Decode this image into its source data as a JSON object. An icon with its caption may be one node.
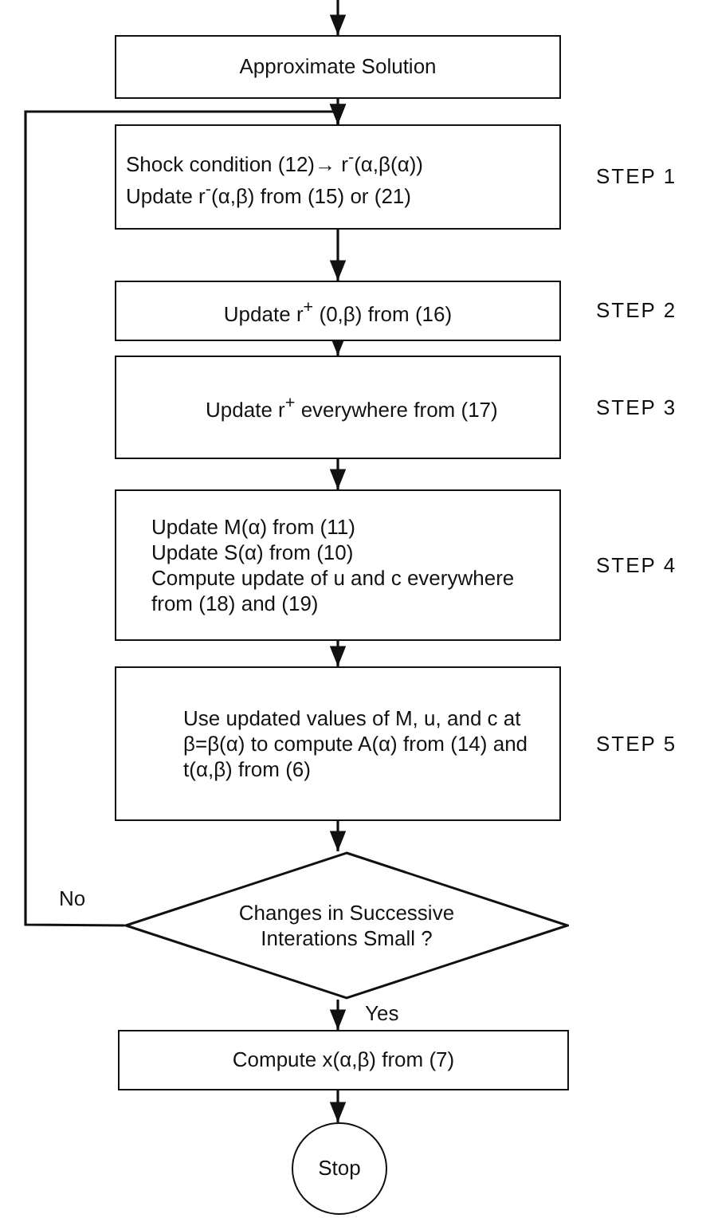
{
  "diagram": {
    "nodes": [
      {
        "text": [
          "Approximate Solution"
        ]
      },
      {
        "text": [
          "Shock condition (12)→ r$^{-}$(α,β(α))",
          "Update r$^{-}$(α,β) from (15) or (21)"
        ],
        "beside": [
          "STEP 1"
        ]
      },
      {
        "text": [
          "Update r$^{+}$ (0,β) from (16)"
        ],
        "beside": [
          "STEP 2"
        ]
      },
      {
        "text": [
          "Update r$^{+}$ everywhere from (17)"
        ],
        "beside": [
          "STEP 3"
        ]
      },
      {
        "text": [
          "Update M(α) from (11)",
          "Update S(α) from (10)",
          "Compute update of u and c everywhere from (18) and (19)"
        ],
        "beside": [
          "STEP 4"
        ]
      },
      {
        "text": [
          "Use updated values of M, u, and c at β=β(α) to compute A(α) from (14) and t(α,β) from (6)"
        ],
        "beside": [
          "STEP 5"
        ]
      },
      {
        "text": [
          "Changes in Successive Interations Small ?"
        ]
      },
      {
        "text": [
          "Compute x(α,β) from (7)"
        ]
      },
      {
        "text": [
          "Stop"
        ]
      }
    ],
    "edges": [
      {
        "from": null,
        "to": 0,
        "arrow": "to"
      },
      {
        "from": 0,
        "to": 1,
        "arrow": "to"
      },
      {
        "from": 1,
        "to": 2,
        "arrow": "to"
      },
      {
        "from": 2,
        "to": 3,
        "arrow": "to"
      },
      {
        "from": 3,
        "to": 4,
        "arrow": "to"
      },
      {
        "from": 4,
        "to": 5,
        "arrow": "to"
      },
      {
        "from": 5,
        "to": 6,
        "arrow": "to"
      },
      {
        "from": 6,
        "to": 1,
        "arrow": "to",
        "label": "No"
      },
      {
        "from": 6,
        "to": 7,
        "arrow": "to",
        "label": "Yes"
      },
      {
        "from": 7,
        "to": 8,
        "arrow": "to"
      }
    ]
  }
}
